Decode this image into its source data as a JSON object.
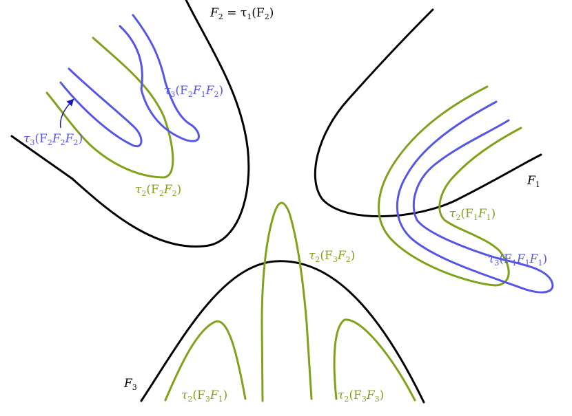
{
  "colors": {
    "boundary": "#000000",
    "level2": "#7fa21a",
    "level3": "#5555e8",
    "arrow": "#1a1aa8"
  },
  "labels": {
    "f2_boundary": [
      "F",
      "2",
      " = τ",
      "1",
      "(F",
      "2",
      ")"
    ],
    "f1_boundary": [
      "F",
      "1"
    ],
    "f3_boundary": [
      "F",
      "3"
    ],
    "t3_f2f1f2": [
      "τ",
      "3",
      "(F",
      "2",
      "F",
      "1",
      "F",
      "2",
      ")"
    ],
    "t3_f2f2f2": [
      "τ",
      "3",
      "(F",
      "2",
      "F",
      "2",
      "F",
      "2",
      ")"
    ],
    "t2_f2f2": [
      "τ",
      "2",
      "(F",
      "2",
      "F",
      "2",
      ")"
    ],
    "t2_f1f1": [
      "τ",
      "2",
      "(F",
      "1",
      "F",
      "1",
      ")"
    ],
    "t3_f1f1f1": [
      "τ",
      "3",
      "(F",
      "1",
      "F",
      "1",
      "F",
      "1",
      ")"
    ],
    "t2_f3f2": [
      "τ",
      "2",
      "(F",
      "3",
      "F",
      "2",
      ")"
    ],
    "t2_f3f1": [
      "τ",
      "2",
      "(F",
      "3",
      "F",
      "1",
      ")"
    ],
    "t2_f3f3": [
      "τ",
      "2",
      "(F",
      "3",
      "F",
      "3",
      ")"
    ]
  }
}
